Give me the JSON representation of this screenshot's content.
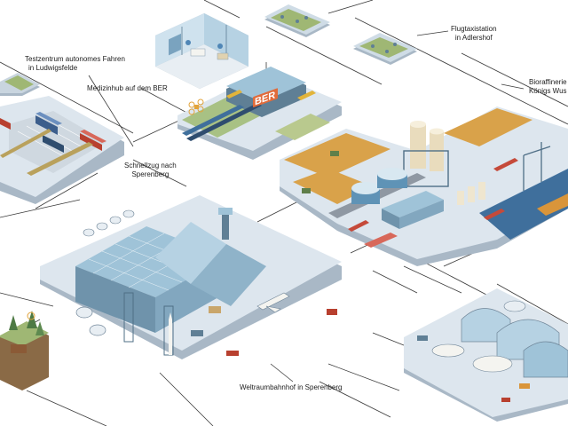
{
  "labels": {
    "testzentrum": {
      "line1": "Testzentrum autonomes Fahren",
      "line2": "in Ludwigsfelde"
    },
    "medizinhub": {
      "line1": "Medizinhub auf dem BER"
    },
    "flugtaxi": {
      "line1": "Flugtaxistation",
      "line2": "in Adlershof"
    },
    "bioraffinerie": {
      "line1": "Bioraffinerie",
      "line2": "Königs Wus"
    },
    "schnellzug": {
      "line1": "Schnellzug nach",
      "line2": "Sperenberg"
    },
    "weltraum": {
      "line1": "Weltraumbahnhof in Sperenberg"
    }
  },
  "signs": {
    "ber": "BER"
  },
  "colors": {
    "platform_top": "#dde6ee",
    "platform_side": "#a9b8c6",
    "building_blue": "#9fc3d8",
    "building_dark": "#5f7f95",
    "field_gold": "#d9a24a",
    "tank_cream": "#efe6cf",
    "road_grey": "#8f98a3",
    "water_blue": "#3f6f9c",
    "truck_red": "#c54a3a",
    "grass_green": "#9fb774",
    "connector_line": "#3a3a3a"
  }
}
